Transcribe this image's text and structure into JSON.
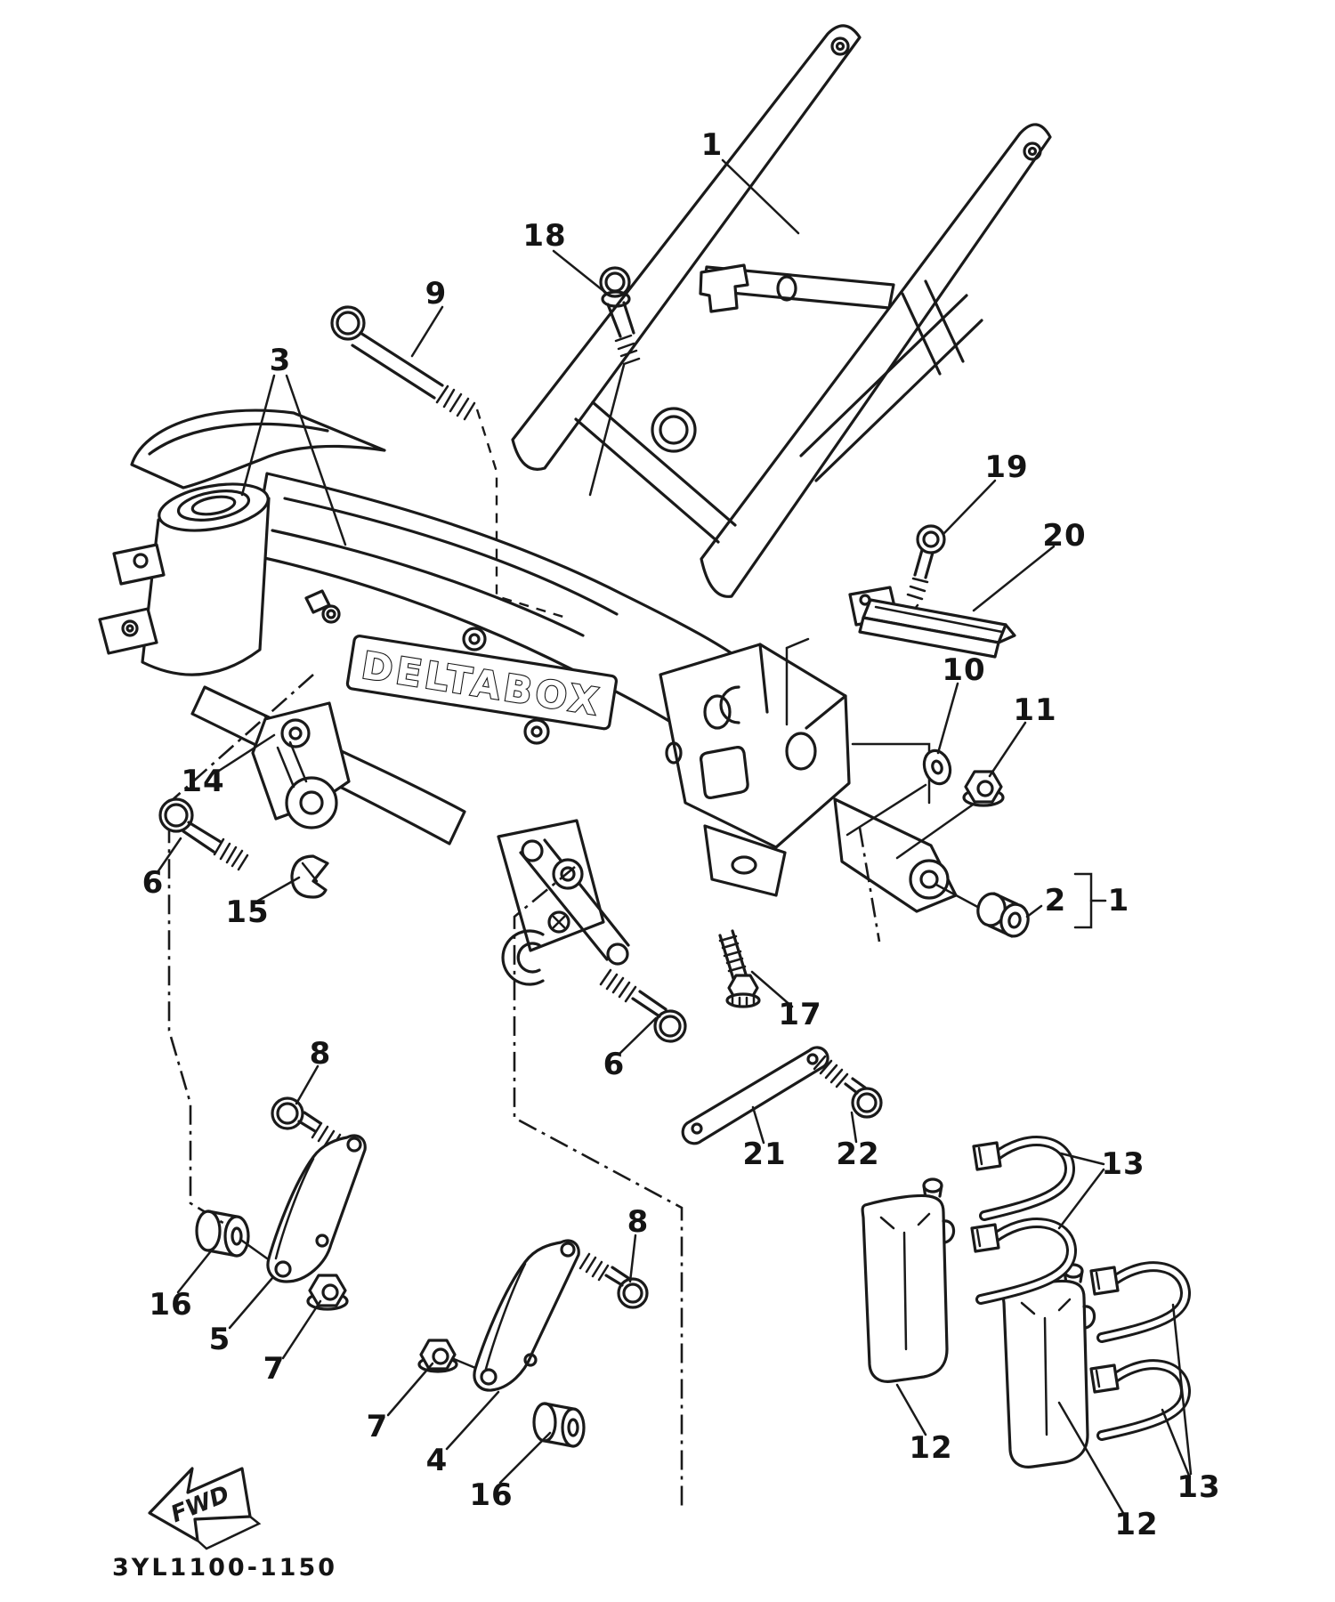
{
  "diagram": {
    "part_code": "3YL1100-1150",
    "emblem_text": "DELTABOX",
    "fwd_label": "FWD",
    "callouts": [
      {
        "label": "1"
      },
      {
        "label": "18"
      },
      {
        "label": "9"
      },
      {
        "label": "3"
      },
      {
        "label": "19"
      },
      {
        "label": "20"
      },
      {
        "label": "10"
      },
      {
        "label": "11"
      },
      {
        "label": "14"
      },
      {
        "label": "6"
      },
      {
        "label": "15"
      },
      {
        "label": "2"
      },
      {
        "label": "1"
      },
      {
        "label": "17"
      },
      {
        "label": "6"
      },
      {
        "label": "8"
      },
      {
        "label": "21"
      },
      {
        "label": "22"
      },
      {
        "label": "8"
      },
      {
        "label": "16"
      },
      {
        "label": "5"
      },
      {
        "label": "7"
      },
      {
        "label": "7"
      },
      {
        "label": "4"
      },
      {
        "label": "16"
      },
      {
        "label": "12"
      },
      {
        "label": "12"
      },
      {
        "label": "13"
      },
      {
        "label": "13"
      }
    ]
  }
}
